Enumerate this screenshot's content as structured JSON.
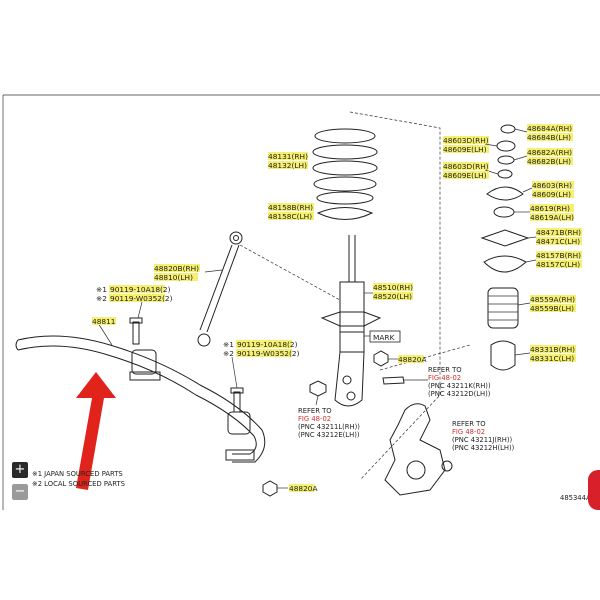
{
  "labels": {
    "spring_rh": "48131(RH)",
    "spring_lh": "48132(LH)",
    "seat_rh": "48158B(RH)",
    "seat_lh": "48158C(LH)",
    "link_rh": "48820B(RH)",
    "link_lh": "48810(LH)",
    "strut_rh": "48510(RH)",
    "strut_lh": "48520(LH)",
    "bar": "48811",
    "bolt1_a": "90119-10A18(2)",
    "bolt1_b": "90119-W0352(2)",
    "bolt2_a": "90119-10A18(2)",
    "bolt2_b": "90119-W0352(2)",
    "nut_mid": "48820A",
    "nut_bottom": "48820A",
    "mark": "MARK",
    "r1_rh": "48684A(RH)",
    "r1_lh": "48684B(LH)",
    "r2_rh": "48603D(RH)",
    "r2_lh": "48609E(LH)",
    "r3_rh": "48682A(RH)",
    "r3_lh": "48682B(LH)",
    "r4_rh": "48603D(RH)",
    "r4_lh": "48609E(LH)",
    "r5_rh": "48603(RH)",
    "r5_lh": "48609(LH)",
    "r6_rh": "48619(RH)",
    "r6_lh": "48619A(LH)",
    "r7_rh": "48471B(RH)",
    "r7_lh": "48471C(LH)",
    "r8_rh": "48157B(RH)",
    "r8_lh": "48157C(LH)",
    "r9_rh": "48559A(RH)",
    "r9_lh": "48559B(LH)",
    "r10_rh": "48331B(RH)",
    "r10_lh": "48331C(LH)",
    "sym1": "※1",
    "sym2": "※2",
    "sym3": "※1",
    "sym4": "※2",
    "ref_a1": "REFER TO",
    "ref_a2": "FIG 48-02",
    "ref_a3": "(PNC  43211K(RH))",
    "ref_a4": "(PNC  43212D(LH))",
    "ref_b1": "REFER TO",
    "ref_b2": "FIG 48-02",
    "ref_b3": "(PNC  43211L(RH))",
    "ref_b4": "(PNC  43212E(LH))",
    "ref_c1": "REFER TO",
    "ref_c2": "FIG 48-02",
    "ref_c3": "(PNC  43211J(RH))",
    "ref_c4": "(PNC  43212H(LH))",
    "legend1": "※1 JAPAN SOURCED PARTS",
    "legend2": "※2 LOCAL SOURCED PARTS",
    "figure_id": "485344A"
  },
  "controls": {
    "zoom_in": "+",
    "zoom_out": "−"
  },
  "colors": {
    "highlight": "#f5f070",
    "reference_red": "#d23030",
    "arrow_red": "#e0241c",
    "badge_red": "#d8202a"
  }
}
